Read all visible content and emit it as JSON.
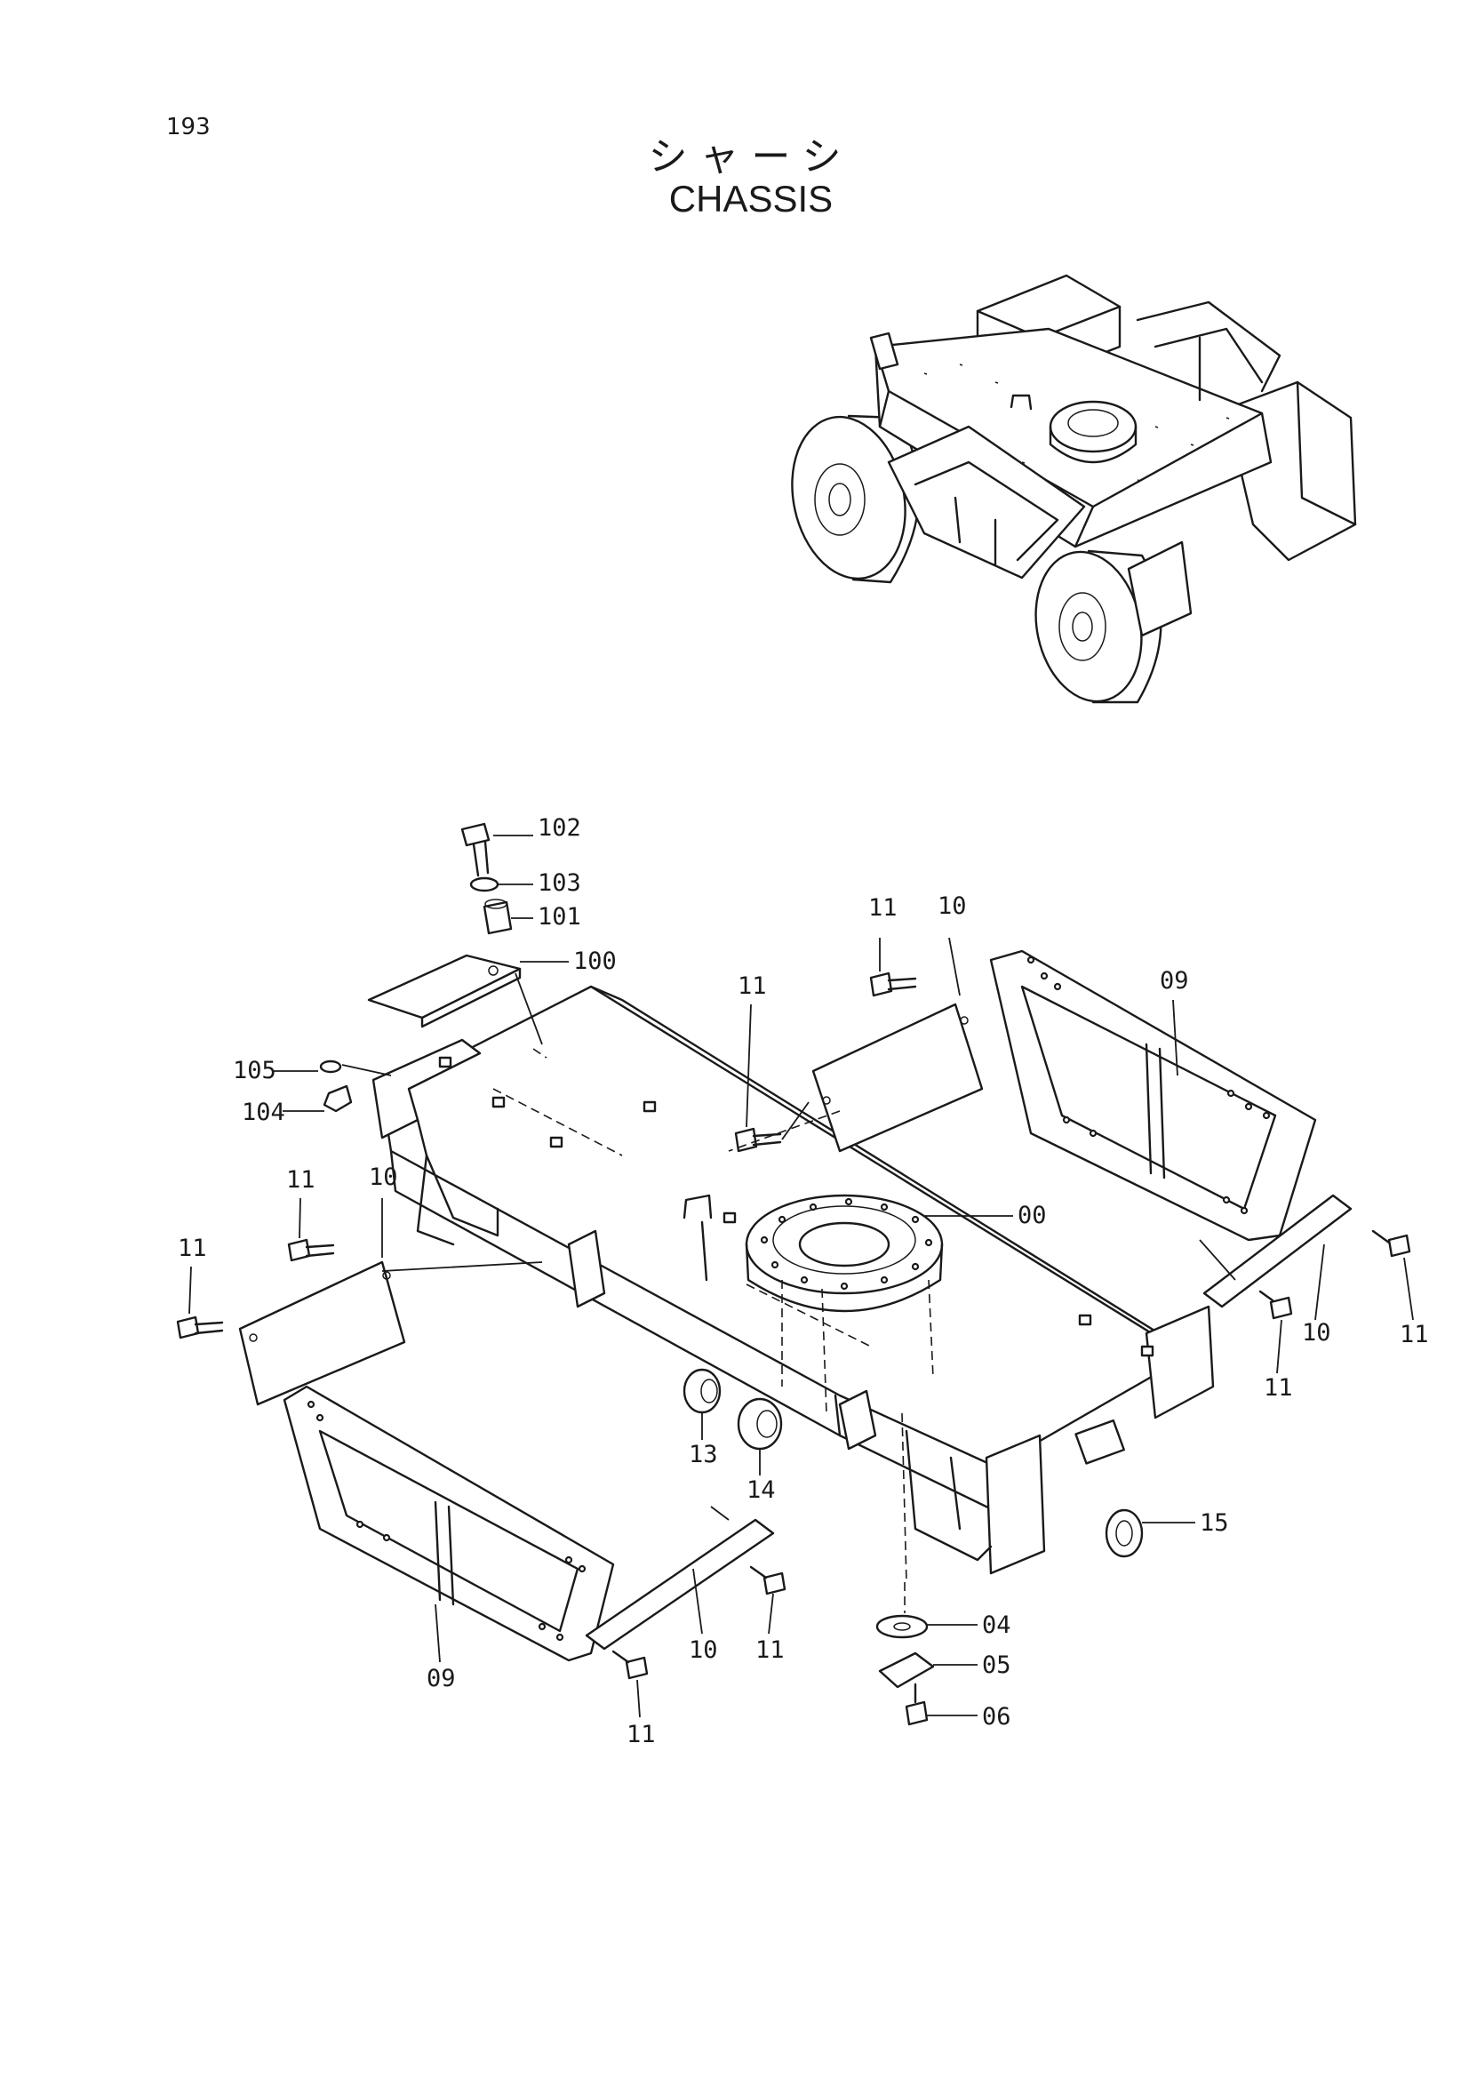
{
  "page": {
    "number": "193",
    "title_jp": "シャーシ",
    "title_en": "CHASSIS"
  },
  "callouts": [
    {
      "id": "c102",
      "text": "102"
    },
    {
      "id": "c103",
      "text": "103"
    },
    {
      "id": "c101",
      "text": "101"
    },
    {
      "id": "c100",
      "text": "100"
    },
    {
      "id": "c105",
      "text": "105"
    },
    {
      "id": "c104",
      "text": "104"
    },
    {
      "id": "c11a",
      "text": "11"
    },
    {
      "id": "c10a",
      "text": "10"
    },
    {
      "id": "c11b",
      "text": "11"
    },
    {
      "id": "c09a",
      "text": "09"
    },
    {
      "id": "c00",
      "text": "00"
    },
    {
      "id": "c11c",
      "text": "11"
    },
    {
      "id": "c10b",
      "text": "10"
    },
    {
      "id": "c11d",
      "text": "11"
    },
    {
      "id": "c10c",
      "text": "10"
    },
    {
      "id": "c11e",
      "text": "11"
    },
    {
      "id": "c11f",
      "text": "11"
    },
    {
      "id": "c13",
      "text": "13"
    },
    {
      "id": "c14",
      "text": "14"
    },
    {
      "id": "c15",
      "text": "15"
    },
    {
      "id": "c04",
      "text": "04"
    },
    {
      "id": "c05",
      "text": "05"
    },
    {
      "id": "c06",
      "text": "06"
    },
    {
      "id": "c09b",
      "text": "09"
    },
    {
      "id": "c10d",
      "text": "10"
    },
    {
      "id": "c11g",
      "text": "11"
    },
    {
      "id": "c11h",
      "text": "11"
    }
  ]
}
